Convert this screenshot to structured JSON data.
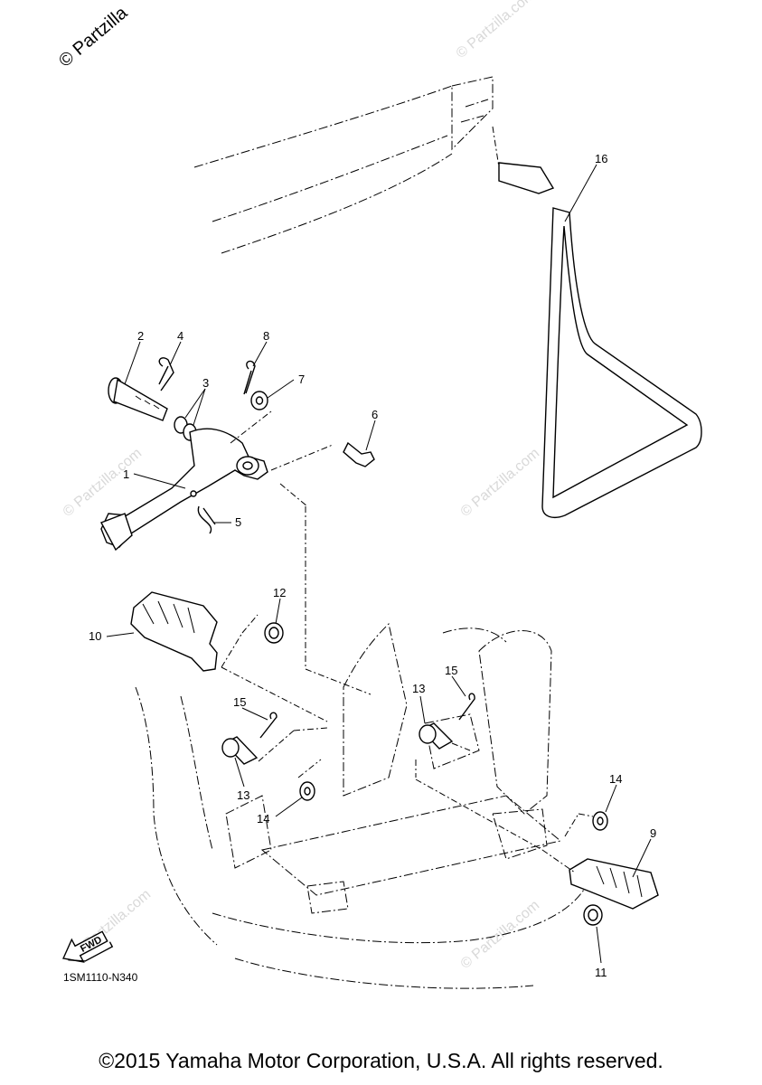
{
  "watermark_top": "© Partzilla",
  "watermark": "© Partzilla.com",
  "diagram_code": "1SM1110-N340",
  "fwd_label": "FWD",
  "copyright": "©2015 Yamaha Motor Corporation, U.S.A. All rights reserved.",
  "callouts": {
    "c1": "1",
    "c2": "2",
    "c3": "3",
    "c4": "4",
    "c5": "5",
    "c6": "6",
    "c7": "7",
    "c8": "8",
    "c9": "9",
    "c10": "10",
    "c11": "11",
    "c12": "12",
    "c13a": "13",
    "c13b": "13",
    "c14a": "14",
    "c14b": "14",
    "c15a": "15",
    "c15b": "15",
    "c16": "16"
  }
}
